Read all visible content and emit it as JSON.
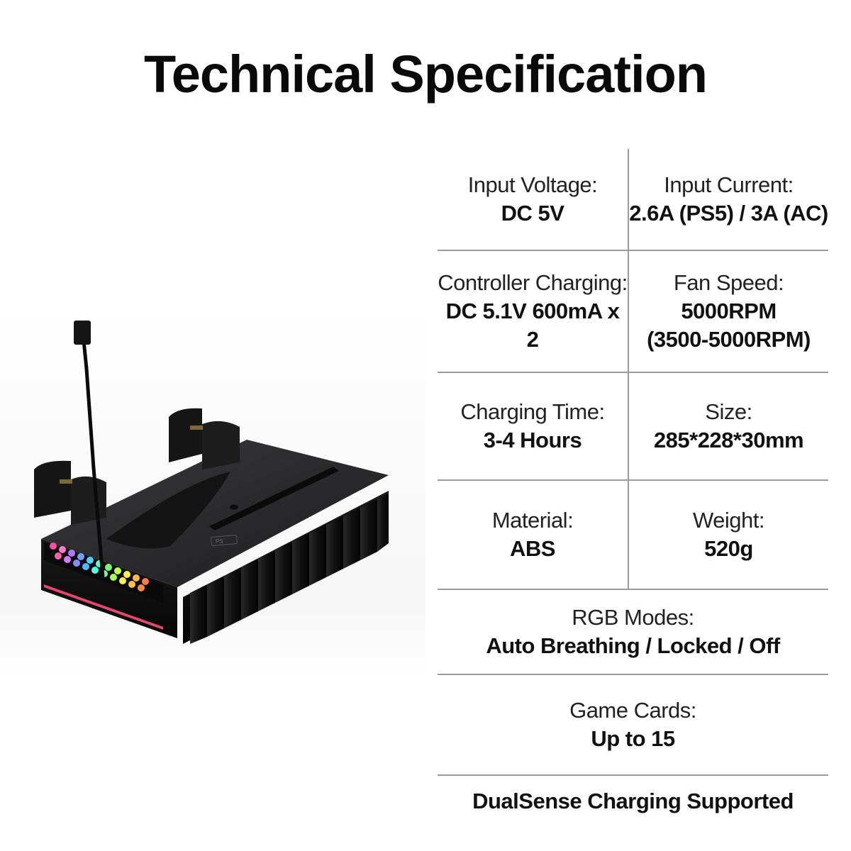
{
  "title": "Technical Specification",
  "specs": {
    "input_voltage": {
      "label": "Input Voltage:",
      "value": "DC 5V"
    },
    "input_current": {
      "label": "Input Current:",
      "value": "2.6A (PS5) / 3A (AC)"
    },
    "controller_charging": {
      "label": "Controller Charging:",
      "value": "DC 5.1V 600mA x 2"
    },
    "fan_speed": {
      "label": "Fan Speed:",
      "value": "5000RPM",
      "value2": "(3500-5000RPM)"
    },
    "charging_time": {
      "label": "Charging Time:",
      "value": "3-4 Hours"
    },
    "size": {
      "label": "Size:",
      "value": "285*228*30mm"
    },
    "material": {
      "label": "Material:",
      "value": "ABS"
    },
    "weight": {
      "label": "Weight:",
      "value": "520g"
    },
    "rgb_modes": {
      "label": "RGB Modes:",
      "value": "Auto Breathing / Locked / Off"
    },
    "game_cards": {
      "label": "Game Cards:",
      "value": "Up to 15"
    }
  },
  "footer": "DualSense Charging Supported",
  "product_badge": "PS"
}
